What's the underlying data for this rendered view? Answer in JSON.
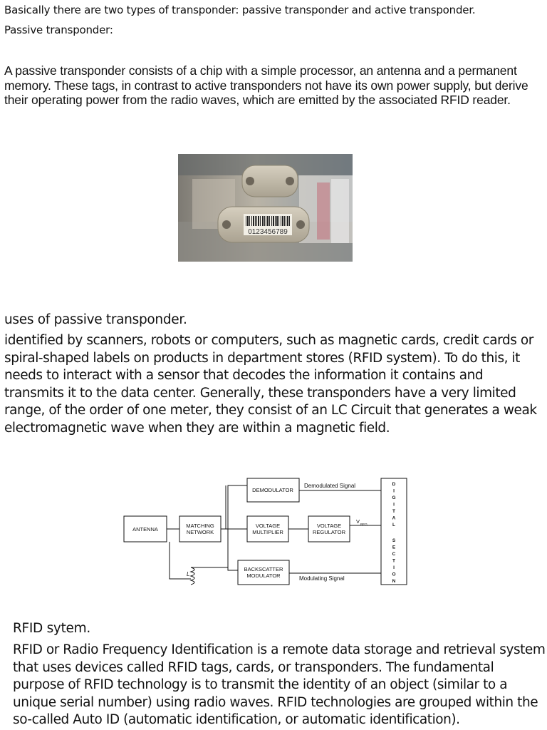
{
  "intro_line": "Basically there are two types of transponder: passive transponder and active transponder.",
  "passive_heading": "Passive transponder:",
  "passive_paragraph": "A passive transponder consists of a chip with a simple processor, an antenna and a permanent memory. These tags, in contrast to active transponders not have its own power supply, but derive their operating power from the radio waves, which are emitted by the associated RFID reader.",
  "photo": {
    "serial_number": "0123456789"
  },
  "uses_heading": "uses of passive transponder.",
  "uses_paragraph": "identified by scanners, robots or computers, such as magnetic cards, credit cards or spiral-shaped labels on products in department stores (RFID system). To do this, it needs to interact with a sensor that decodes the information it contains and transmits it to the data center. Generally, these transponders have a very limited range, of the order of one meter, they consist of an LC Circuit that generates a weak electromagnetic wave when they are within a magnetic field.",
  "diagram": {
    "antenna": "ANTENNA",
    "matching_1": "MATCHING",
    "matching_2": "NETWORK",
    "demodulator": "DEMODULATOR",
    "voltage_mult_1": "VOLTAGE",
    "voltage_mult_2": "MULTIPLIER",
    "voltage_reg_1": "VOLTAGE",
    "voltage_reg_2": "REGULATOR",
    "backscatter_1": "BACKSCATTER",
    "backscatter_2": "MODULATOR",
    "demodulated_signal": "Demodulated Signal",
    "modulating_signal": "Modulating Signal",
    "vreg_v": "V",
    "vreg_sub": "REG",
    "inductor_label": "L",
    "digital_letters": [
      "D",
      "I",
      "G",
      "I",
      "T",
      "A",
      "L"
    ],
    "section_letters": [
      "S",
      "E",
      "C",
      "T",
      "I",
      "O",
      "N"
    ]
  },
  "rfid_heading": "RFID sytem.",
  "rfid_paragraph": "RFID or Radio Frequency Identification is a remote data storage and retrieval system that uses devices called RFID tags, cards, or transponders. The fundamental purpose of RFID technology is to transmit the identity of an object (similar to a unique serial number) using radio waves. RFID technologies are grouped within the so-called Auto ID (automatic identification, or automatic identification)."
}
